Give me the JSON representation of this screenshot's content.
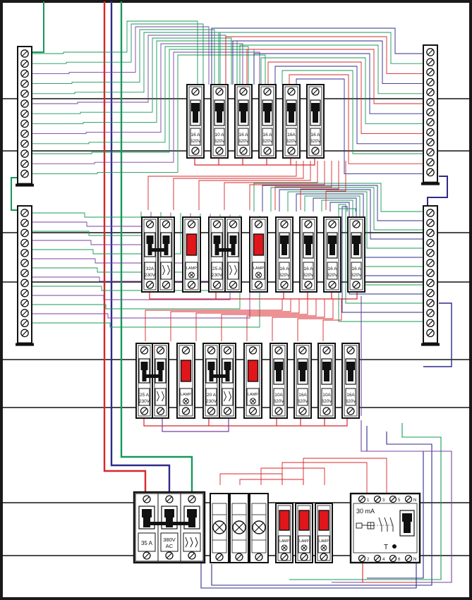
{
  "colors": {
    "frame": "#1a1a1a",
    "rail": "#111111",
    "wire_red": "#d8262b",
    "wire_green": "#17985a",
    "wire_blue": "#2f2a8a",
    "wire_purple": "#7a3fa0",
    "lamp_red": "#e0161b",
    "breaker_body": "#ffffff"
  },
  "top_row": {
    "breakers": [
      {
        "amps": "16 A",
        "volts": "320V"
      },
      {
        "amps": "10 A",
        "volts": "320V"
      },
      {
        "amps": "16 A",
        "volts": "320V"
      },
      {
        "amps": "16 A",
        "volts": "320V"
      },
      {
        "amps": "16A",
        "volts": "320V"
      },
      {
        "amps": "16 A",
        "volts": "320V"
      }
    ]
  },
  "middle_row": {
    "devices": [
      {
        "kind": "main2p",
        "amps": "32A",
        "volts": "230V"
      },
      {
        "kind": "lamp",
        "label": "LAMP"
      },
      {
        "kind": "main2p",
        "amps": "25 A",
        "volts": "230V"
      },
      {
        "kind": "lamp",
        "label": "LAMP"
      },
      {
        "kind": "breaker",
        "amps": "16 A",
        "volts": "320V"
      },
      {
        "kind": "breaker",
        "amps": "16 A",
        "volts": "320V"
      },
      {
        "kind": "breaker",
        "amps": "16 A",
        "volts": "320V"
      },
      {
        "kind": "breaker",
        "amps": "16 A",
        "volts": "320V"
      }
    ]
  },
  "lower_row": {
    "devices": [
      {
        "kind": "main2p",
        "amps": "25 A",
        "volts": "230V"
      },
      {
        "kind": "lamp",
        "label": "LAMP"
      },
      {
        "kind": "main2p",
        "amps": "20 A",
        "volts": "230V"
      },
      {
        "kind": "lamp",
        "label": "LAMP"
      },
      {
        "kind": "breaker",
        "amps": "10A",
        "volts": "320V"
      },
      {
        "kind": "breaker",
        "amps": "16A",
        "volts": "320V"
      },
      {
        "kind": "breaker",
        "amps": "10A",
        "volts": "320V"
      },
      {
        "kind": "breaker",
        "amps": "16A",
        "volts": "320V"
      }
    ]
  },
  "bottom_row": {
    "main_switch": {
      "amps": "35 A",
      "volts": "380V",
      "current": "AC"
    },
    "fuse_count": 3,
    "lamps": [
      "LAMP",
      "LAMP",
      "LAMP"
    ],
    "rcd": {
      "sensitivity": "30 mA",
      "test": "T",
      "top_terminals": [
        "1",
        "3",
        "5",
        "N"
      ],
      "bottom_terminals": [
        "2",
        "4",
        "6",
        "N"
      ]
    }
  },
  "terminal_strips": {
    "left_top_count": 13,
    "left_bottom_count": 13,
    "right_top_count": 13,
    "right_bottom_count": 13
  }
}
